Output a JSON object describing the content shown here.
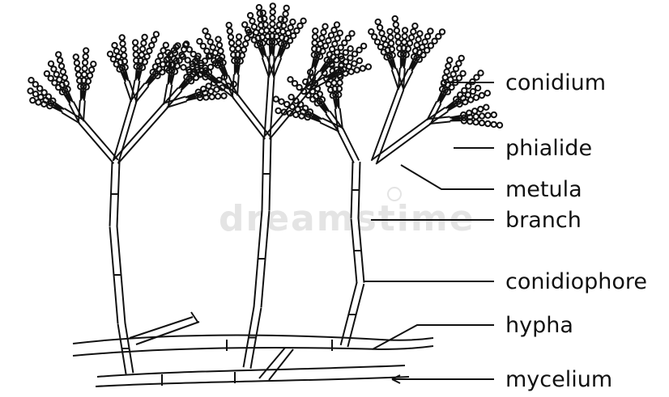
{
  "diagram": {
    "labels": {
      "conidium": "conidium",
      "phialide": "phialide",
      "metula": "metula",
      "branch": "branch",
      "conidiophore": "conidiophore",
      "hypha": "hypha",
      "mycelium": "mycelium"
    },
    "watermark": "dreamstime"
  },
  "colors": {
    "line": "#111111",
    "background": "#ffffff",
    "watermark": "#e4e4e4"
  }
}
